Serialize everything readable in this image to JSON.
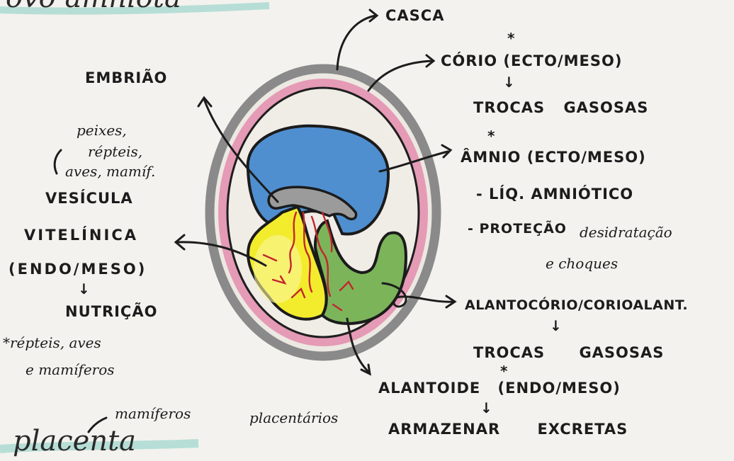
{
  "page": {
    "top_title": "ovo amniota",
    "bottom_title": "placenta"
  },
  "labels": {
    "casca": "CASCA",
    "corio": "CÓRIO (ECTO/MESO)",
    "trocas_corio": "TROCAS GASOSAS",
    "amnio": "ÂMNIO (ECTO/MESO)",
    "liq": "- LÍQ. AMNIÓTICO",
    "protecao_a": "- PROTEÇÃO",
    "protecao_b": "desidratação",
    "choques": "e choques",
    "alantocorio": "ALANTOCÓRIO/CORIOALANT.",
    "trocas_alanto": "TROCAS GASOSAS",
    "alantoide": "ALANTOIDE (ENDO/MESO)",
    "armazenar": "ARMAZENAR EXCRETAS",
    "embriao": "EMBRIÃO",
    "groups_1": "peixes,",
    "groups_2": "répteis,",
    "groups_3": "aves, mamíf.",
    "vesicula": "VESÍCULA",
    "vitelinica": "VITELÍNICA",
    "endomeso": "(ENDO/MESO)",
    "nutricao": "NUTRIÇÃO",
    "reptil_note_1": "*répteis, aves",
    "reptil_note_2": "e mamíferos",
    "mamiferos_plac_1": "mamíferos",
    "mamiferos_plac_2": "placentários",
    "star": "*",
    "down_arrow": "↓"
  },
  "colors": {
    "shell": "#8a8a8a",
    "chorion": "#e59ab6",
    "amnion": "#4f8fd0",
    "yolk": "#f3ec2c",
    "allantois": "#7cb45a",
    "embryo": "#9b9b9b",
    "vessels": "#c2262e",
    "ink": "#1c1c1c"
  }
}
